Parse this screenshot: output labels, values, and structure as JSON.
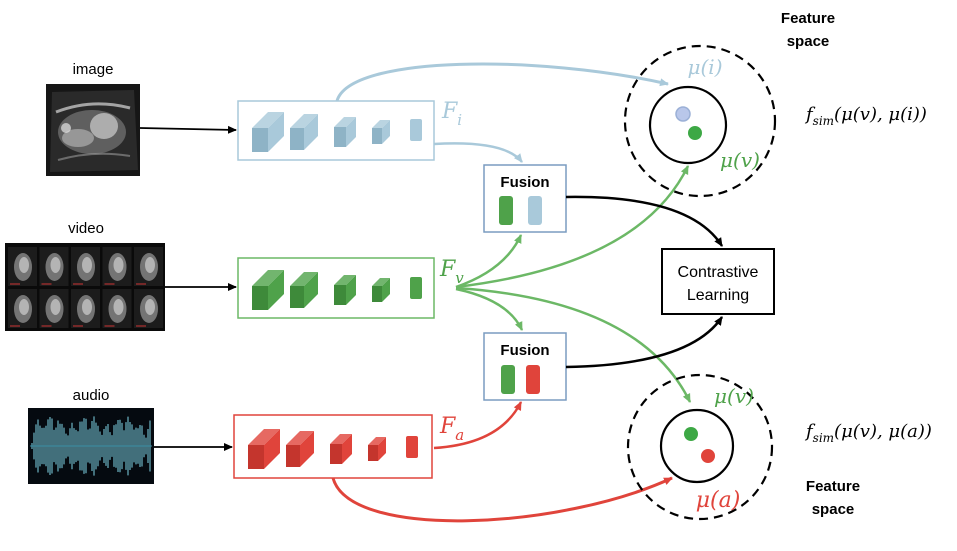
{
  "inputs": {
    "image": {
      "label": "image"
    },
    "video": {
      "label": "video"
    },
    "audio": {
      "label": "audio"
    }
  },
  "encoders": {
    "image": {
      "feature_symbol": "F",
      "feature_subscript": "i",
      "color": "#a9c9da"
    },
    "video": {
      "feature_symbol": "F",
      "feature_subscript": "v",
      "color": "#4fa24a"
    },
    "audio": {
      "feature_symbol": "F",
      "feature_subscript": "a",
      "color": "#e0443b"
    }
  },
  "fusion": {
    "top": {
      "label": "Fusion"
    },
    "bottom": {
      "label": "Fusion"
    }
  },
  "contrastive": {
    "line1": "Contrastive",
    "line2": "Learning"
  },
  "feature_space_top": {
    "title_line1": "Feature",
    "title_line2": "space",
    "mu_i": "μ(i)",
    "mu_v": "μ(v)",
    "sim_f": "f",
    "sim_sub": "sim",
    "sim_args": "(μ(v), μ(i))"
  },
  "feature_space_bottom": {
    "title_line1": "Feature",
    "title_line2": "space",
    "mu_v": "μ(v)",
    "mu_a": "μ(a)",
    "sim_f": "f",
    "sim_sub": "sim",
    "sim_args": "(μ(v), μ(a))"
  },
  "colors": {
    "image_feature": "#a9c9da",
    "video_feature": "#4fa24a",
    "audio_feature": "#e0443b",
    "black": "#000000"
  }
}
